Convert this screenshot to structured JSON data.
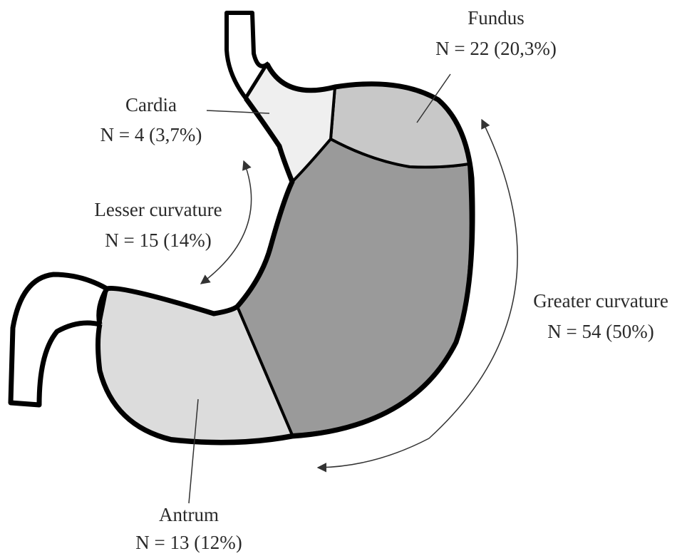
{
  "regions": {
    "fundus": {
      "name": "Fundus",
      "count": "N = 22 (20,3%)",
      "fill": "#c8c8c8"
    },
    "cardia": {
      "name": "Cardia",
      "count": "N = 4 (3,7%)",
      "fill": "#efefef"
    },
    "lesser_curvature": {
      "name": "Lesser curvature",
      "count": "N = 15 (14%)"
    },
    "greater_curvature": {
      "name": "Greater curvature",
      "count": "N = 54 (50%)",
      "fill": "#9a9a9a"
    },
    "antrum": {
      "name": "Antrum",
      "count": "N = 13 (12%)",
      "fill": "#dcdcdc"
    }
  },
  "colors": {
    "outline": "#000000",
    "lumen": "#ffffff",
    "leader": "#333333"
  }
}
